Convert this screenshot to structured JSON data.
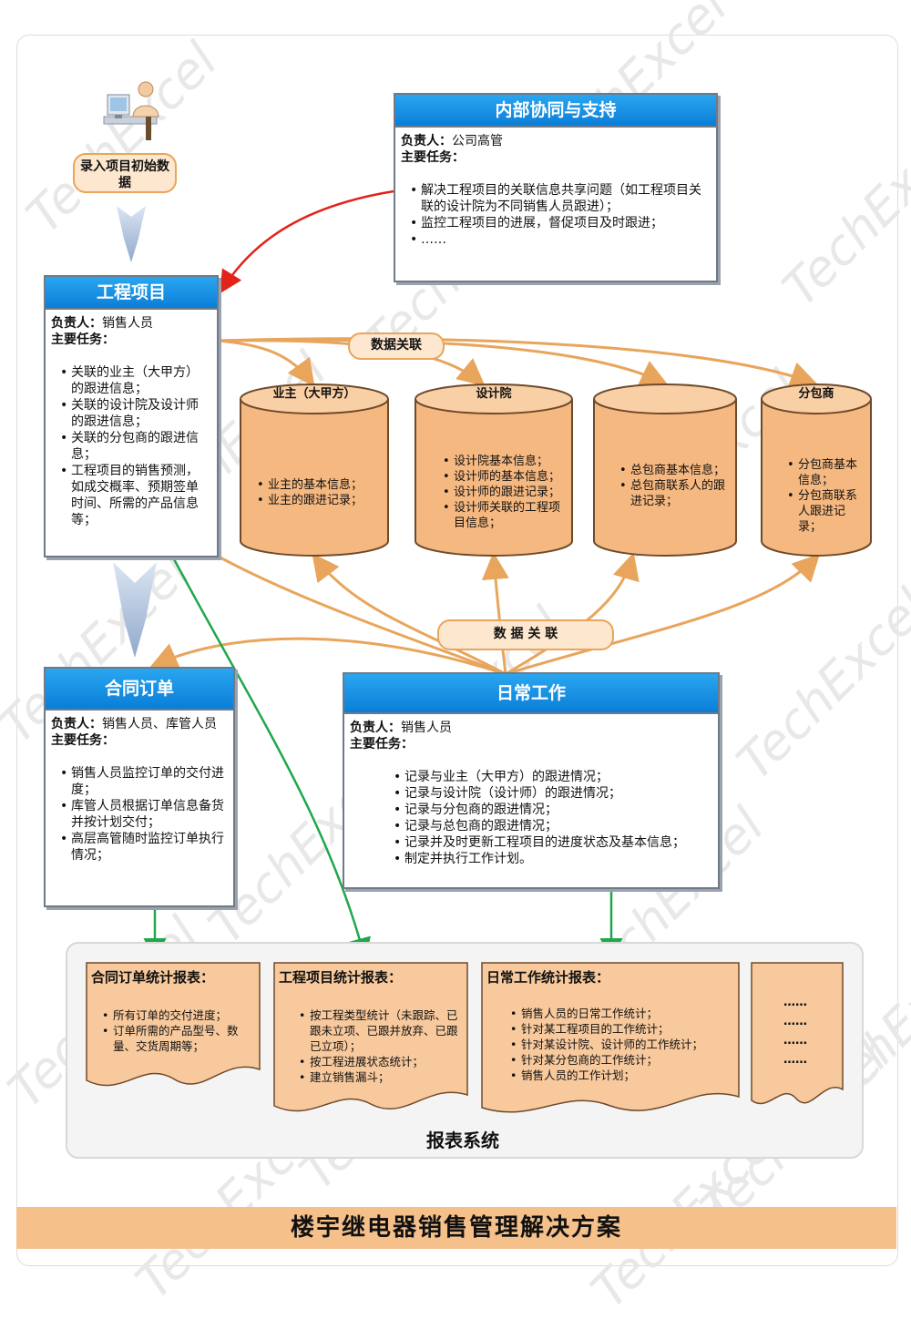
{
  "start": {
    "label": "录入项目初始数据"
  },
  "internal": {
    "title": "内部协同与支持",
    "owner_label": "负责人：",
    "owner": "公司高管",
    "tasks_label": "主要任务：",
    "tasks": [
      "解决工程项目的关联信息共享问题（如工程项目关联的设计院为不同销售人员跟进）；",
      "监控工程项目的进展，督促项目及时跟进；",
      "……"
    ]
  },
  "project": {
    "title": "工程项目",
    "owner_label": "负责人：",
    "owner": "销售人员",
    "tasks_label": "主要任务：",
    "tasks": [
      "关联的业主（大甲方）的跟进信息；",
      "关联的设计院及设计师的跟进信息；",
      "关联的分包商的跟进信息；",
      "工程项目的销售预测，如成交概率、预期签单时间、所需的产品信息等；"
    ]
  },
  "link_top": {
    "label": "数据关联"
  },
  "link_mid": {
    "label": "数 据 关 联"
  },
  "cylinders": [
    {
      "title": "业主（大甲方）",
      "items": [
        "业主的基本信息；",
        "业主的跟进记录；"
      ]
    },
    {
      "title": "设计院",
      "items": [
        "设计院基本信息；",
        "设计师的基本信息；",
        "设计师的跟进记录；",
        "设计师关联的工程项目信息；"
      ]
    },
    {
      "title": "",
      "items": [
        "总包商基本信息；",
        "总包商联系人的跟进记录；"
      ]
    },
    {
      "title": "分包商",
      "items": [
        "分包商基本信息；",
        "分包商联系人跟进记录；"
      ]
    }
  ],
  "contract": {
    "title": "合同订单",
    "owner_label": "负责人：",
    "owner": "销售人员、库管人员",
    "tasks_label": "主要任务：",
    "tasks": [
      "销售人员监控订单的交付进度；",
      "库管人员根据订单信息备货并按计划交付；",
      "高层高管随时监控订单执行情况；"
    ]
  },
  "daily": {
    "title": "日常工作",
    "owner_label": "负责人：",
    "owner": "销售人员",
    "tasks_label": "主要任务：",
    "tasks": [
      "记录与业主（大甲方）的跟进情况；",
      "记录与设计院（设计师）的跟进情况；",
      "记录与分包商的跟进情况；",
      "记录与总包商的跟进情况；",
      "记录并及时更新工程项目的进度状态及基本信息；",
      "制定并执行工作计划。"
    ]
  },
  "reports": [
    {
      "title": "合同订单统计报表：",
      "items": [
        "所有订单的交付进度；",
        "订单所需的产品型号、数量、交货周期等；"
      ]
    },
    {
      "title": "工程项目统计报表：",
      "items": [
        "按工程类型统计（未跟踪、已跟未立项、已跟并放弃、已跟已立项）；",
        "按工程进展状态统计；",
        "建立销售漏斗；"
      ]
    },
    {
      "title": "日常工作统计报表：",
      "items": [
        "销售人员的日常工作统计；",
        "针对某工程项目的工作统计；",
        "针对某设计院、设计师的工作统计；",
        "针对某分包商的工作统计；",
        "销售人员的工作计划；"
      ]
    },
    {
      "title": "",
      "items": [
        "……",
        "……",
        "……",
        "……"
      ]
    }
  ],
  "report_system": {
    "label": "报表系统"
  },
  "footer": {
    "title": "楼宇继电器销售管理解决方案"
  },
  "watermark": {
    "text": "TechExcel"
  },
  "colors": {
    "header_blue": "#0a7ed8",
    "orange": "#f5b880",
    "orange_line": "#e8a55b",
    "green": "#1fa84b",
    "red": "#e2231a"
  }
}
